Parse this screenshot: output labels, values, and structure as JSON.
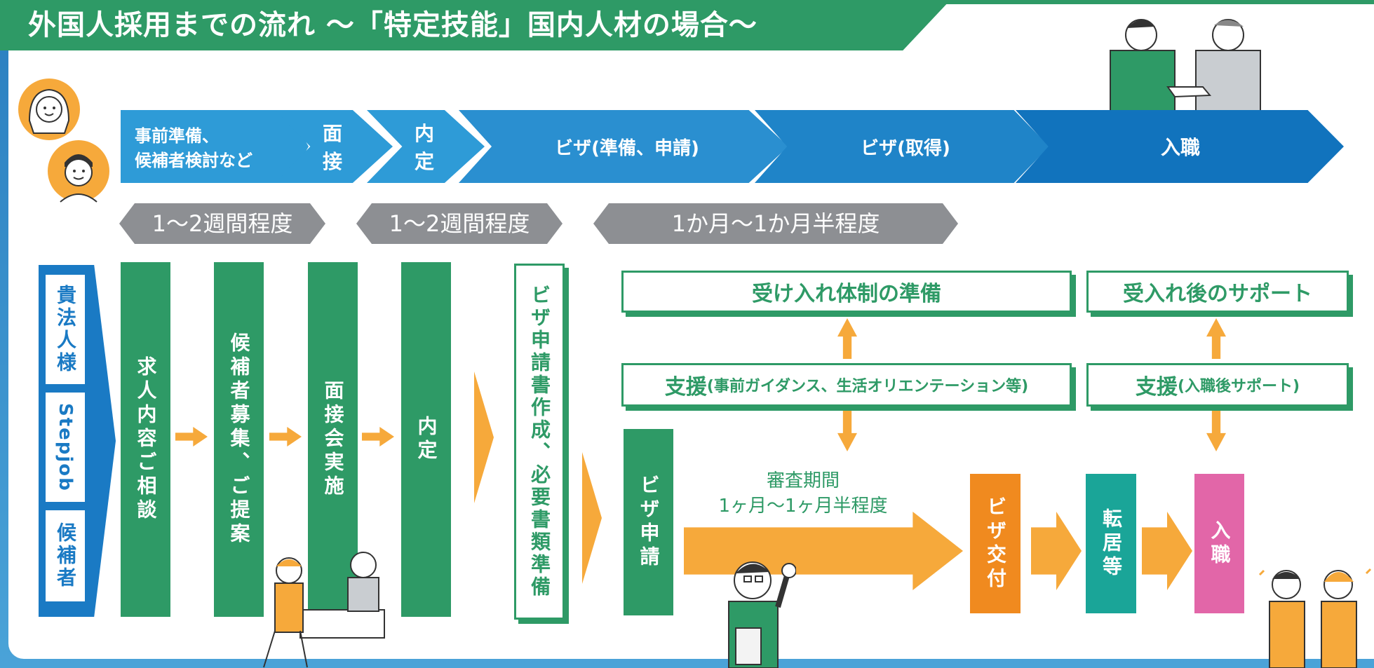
{
  "header": {
    "title": "外国人採用までの流れ ～「特定技能」国内人材の場合～"
  },
  "colors": {
    "green": "#2e9a66",
    "blue_dark": "#1173bd",
    "blue_light": "#2e9bd7",
    "orange": "#f6a93b",
    "orange_deep": "#f08a1f",
    "teal": "#1aa598",
    "pink": "#e266a8",
    "gray": "#8d8f93",
    "blue_side": "#1a7ac4"
  },
  "stages": [
    {
      "id": "prep",
      "label_1": "事前準備、",
      "label_2": "候補者検討など"
    },
    {
      "id": "interview",
      "label_1": "面",
      "label_2": "接"
    },
    {
      "id": "offer",
      "label_1": "内",
      "label_2": "定"
    },
    {
      "id": "visa_prep",
      "label_1": "ビザ(準備、申請)"
    },
    {
      "id": "visa_get",
      "label_1": "ビザ(取得)"
    },
    {
      "id": "join",
      "label_1": "入職"
    }
  ],
  "durations": [
    "1～2週間程度",
    "1～2週間程度",
    "1か月～1か月半程度"
  ],
  "side_labels": [
    "貴法人様",
    "Stepjob",
    "候補者"
  ],
  "columns": [
    "求人内容ご相談",
    "候補者募集、ご提案",
    "面接会実施",
    "内定",
    "ビザ申請書作成、必要書類準備",
    "ビザ申請"
  ],
  "support": {
    "box_ready": "受け入れ体制の準備",
    "box_after": "受入れ後のサポート",
    "support_pre_main": "支援",
    "support_pre_sub": "(事前ガイダンス、生活オリエンテーション等)",
    "support_post_main": "支援",
    "support_post_sub": "(入職後サポート)"
  },
  "review": {
    "line_1": "審査期間",
    "line_2": "1ヶ月～1ヶ月半程度"
  },
  "final_steps": [
    "ビザ交付",
    "転居等",
    "入職"
  ]
}
